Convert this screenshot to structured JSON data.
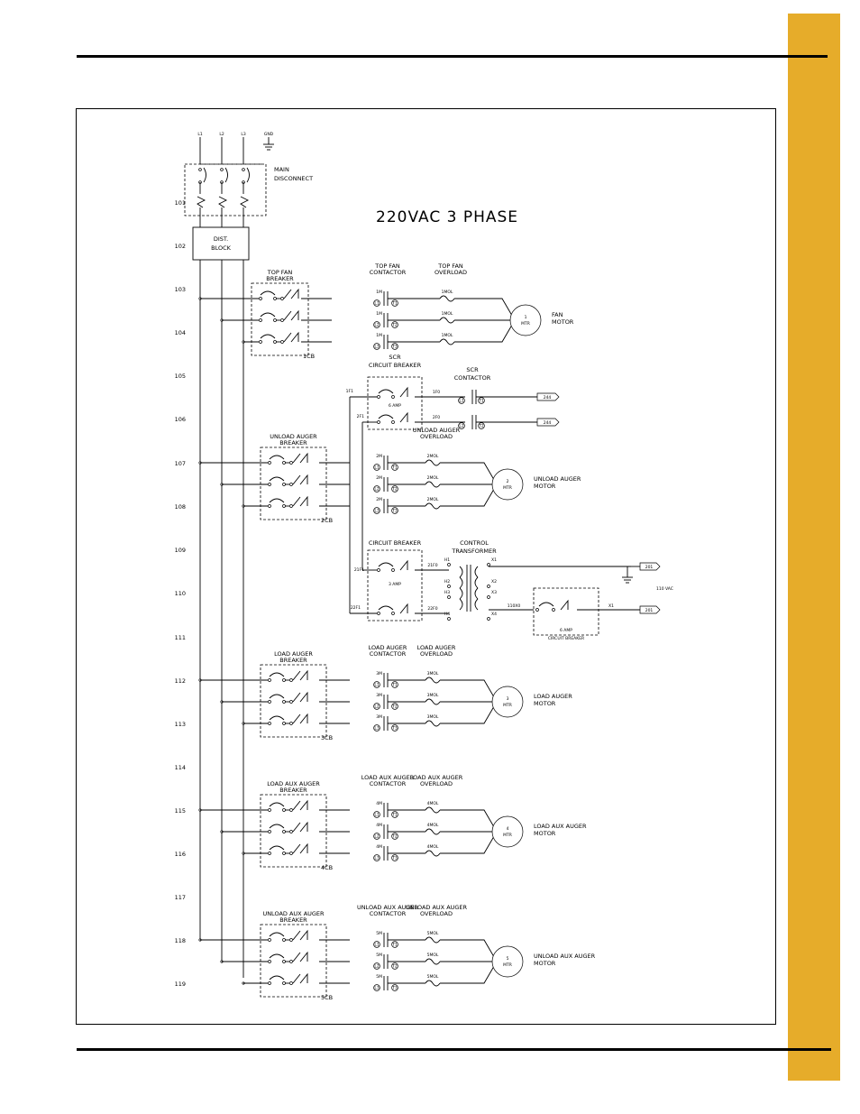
{
  "page": {
    "tab_color": "#e6ac2a",
    "diagram_title": "220VAC 3 PHASE"
  },
  "supply": {
    "l1": "L1",
    "l2": "L2",
    "l3": "L3",
    "gnd": "GND"
  },
  "main_disconnect": {
    "line1": "MAIN",
    "line2": "DISCONNECT"
  },
  "dist_block": {
    "line1": "DIST.",
    "line2": "BLOCK"
  },
  "rung_numbers": [
    "101",
    "102",
    "103",
    "104",
    "105",
    "106",
    "107",
    "108",
    "109",
    "110",
    "111",
    "112",
    "113",
    "114",
    "115",
    "116",
    "117",
    "118",
    "119"
  ],
  "motors": [
    {
      "breaker1": "TOP FAN",
      "breaker2": "BREAKER",
      "cb": "1CB",
      "contactor1": "TOP FAN",
      "contactor2": "CONTACTOR",
      "coil": "1M",
      "overload1": "TOP FAN",
      "overload2": "OVERLOAD",
      "ol": "1MOL",
      "mtr_num": "1",
      "mtr": "MTR",
      "motor1": "FAN",
      "motor2": "MOTOR"
    },
    {
      "breaker1": "UNLOAD AUGER",
      "breaker2": "BREAKER",
      "cb": "2CB",
      "contactor1": "",
      "contactor2": "",
      "coil": "2M",
      "overload1": "UNLOAD AUGER",
      "overload2": "OVERLOAD",
      "ol": "2MOL",
      "mtr_num": "2",
      "mtr": "MTR",
      "motor1": "UNLOAD AUGER",
      "motor2": "MOTOR"
    },
    {
      "breaker1": "LOAD AUGER",
      "breaker2": "BREAKER",
      "cb": "3CB",
      "contactor1": "LOAD AUGER",
      "contactor2": "CONTACTOR",
      "coil": "3M",
      "overload1": "LOAD AUGER",
      "overload2": "OVERLOAD",
      "ol": "3MOL",
      "mtr_num": "3",
      "mtr": "MTR",
      "motor1": "LOAD AUGER",
      "motor2": "MOTOR"
    },
    {
      "breaker1": "LOAD AUX AUGER",
      "breaker2": "BREAKER",
      "cb": "4CB",
      "contactor1": "LOAD AUX AUGER",
      "contactor2": "CONTACTOR",
      "coil": "4M",
      "overload1": "LOAD AUX AUGER",
      "overload2": "OVERLOAD",
      "ol": "4MOL",
      "mtr_num": "4",
      "mtr": "MTR",
      "motor1": "LOAD AUX AUGER",
      "motor2": "MOTOR"
    },
    {
      "breaker1": "UNLOAD AUX AUGER",
      "breaker2": "BREAKER",
      "cb": "5CB",
      "contactor1": "UNLOAD AUX AUGER",
      "contactor2": "CONTACTOR",
      "coil": "5M",
      "overload1": "UNLOAD AUX AUGER",
      "overload2": "OVERLOAD",
      "ol": "5MOL",
      "mtr_num": "5",
      "mtr": "MTR",
      "motor1": "UNLOAD AUX AUGER",
      "motor2": "MOTOR"
    }
  ],
  "terminals": {
    "l1": "L1",
    "l2": "L2",
    "l3": "L3",
    "t1": "T1",
    "t2": "T2",
    "t3": "T3"
  },
  "scr": {
    "breaker1": "SCR",
    "breaker2": "CIRCUIT BREAKER",
    "rating": "6 AMP",
    "contactor1": "SCR",
    "contactor2": "CONTACTOR",
    "wire_in1": "1F1",
    "wire_in2": "2F1",
    "wire_out1": "1F0",
    "wire_out2": "2F0",
    "ref": "244"
  },
  "control": {
    "breaker": "CIRCUIT BREAKER",
    "rating": "3 AMP",
    "xfmr1": "CONTROL",
    "xfmr2": "TRANSFORMER",
    "wire_in1": "21F1",
    "wire_in2": "22F1",
    "wire_out1": "21F0",
    "wire_out2": "22F0",
    "h1": "H1",
    "h2": "H2",
    "h3": "H3",
    "h4": "H4",
    "x1": "X1",
    "x2": "X2",
    "x3": "X3",
    "x4": "X4",
    "x_wire": "110X0",
    "out_wire": "X1",
    "cb2_rating": "6 AMP",
    "cb2_label": "CIRCUIT BREAKER",
    "ref": "201",
    "voltage": "110 VAC"
  }
}
